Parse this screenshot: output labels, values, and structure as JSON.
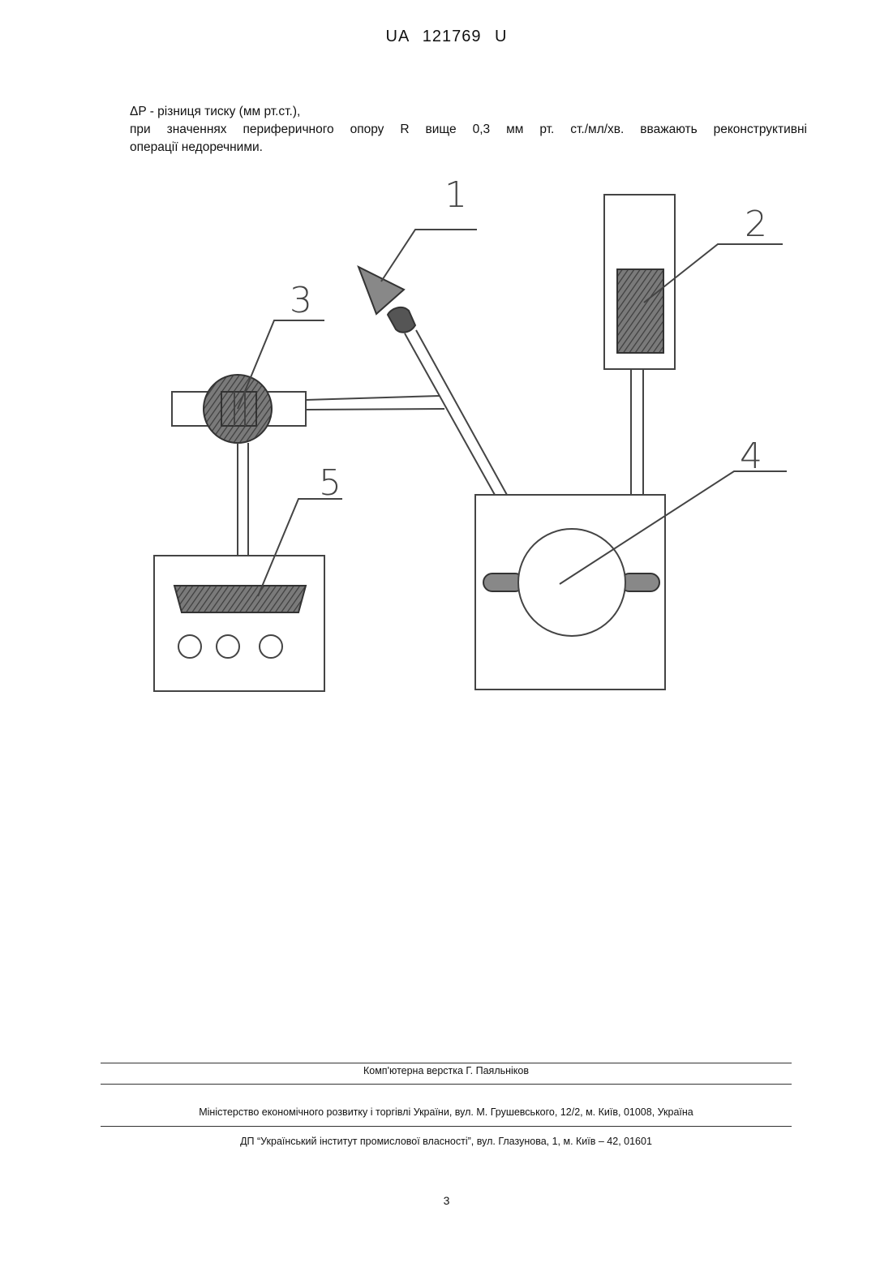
{
  "header": {
    "patent_number": "UA   121769   U"
  },
  "body": {
    "line1": "ΔP - різниця тиску (мм рт.ст.),",
    "line2": "при значеннях периферичного опору R вище 0,3 мм рт. ст./мл/хв. вважають реконструктивні",
    "line3": "операції недоречними."
  },
  "figure": {
    "labels": {
      "l1": "1",
      "l2": "2",
      "l3": "3",
      "l4": "4",
      "l5": "5"
    }
  },
  "footer": {
    "layout_credit": "Комп'ютерна верстка Г. Паяльніков",
    "ministry": "Міністерство економічного розвитку і торгівлі України, вул. М. Грушевського, 12/2, м. Київ, 01008, Україна",
    "institute": "ДП “Український інститут промислової власності”, вул. Глазунова, 1, м. Київ – 42, 01601"
  },
  "page_number": "3"
}
